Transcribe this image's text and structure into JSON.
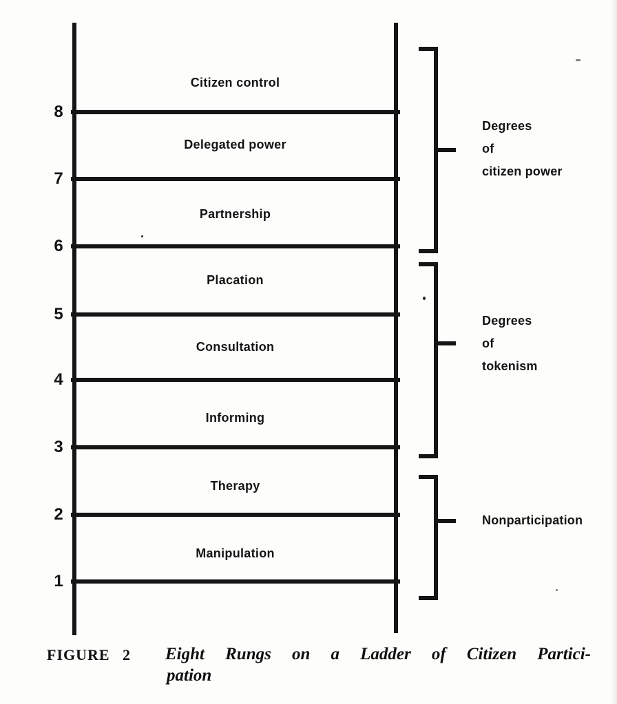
{
  "figure": {
    "caption_label": "FIGURE 2",
    "caption_title_line1": "Eight Rungs on a Ladder of Citizen Partici-",
    "caption_title_line2": "pation"
  },
  "ladder": {
    "bands": [
      {
        "number": "8",
        "label": "Citizen control"
      },
      {
        "number": "7",
        "label": "Delegated power"
      },
      {
        "number": "6",
        "label": "Partnership"
      },
      {
        "number": "5",
        "label": "Placation"
      },
      {
        "number": "4",
        "label": "Consultation"
      },
      {
        "number": "3",
        "label": "Informing"
      },
      {
        "number": "2",
        "label": "Therapy"
      },
      {
        "number": "1",
        "label": "Manipulation"
      }
    ]
  },
  "groups": [
    {
      "name": "Degrees of citizen power",
      "lines": [
        "Degrees",
        "of",
        "citizen power"
      ]
    },
    {
      "name": "Degrees of tokenism",
      "lines": [
        "Degrees",
        "of",
        "tokenism"
      ]
    },
    {
      "name": "Nonparticipation",
      "lines": [
        "Nonparticipation"
      ]
    }
  ],
  "colors": {
    "ink": "#151515",
    "paper": "#fdfdfb"
  }
}
